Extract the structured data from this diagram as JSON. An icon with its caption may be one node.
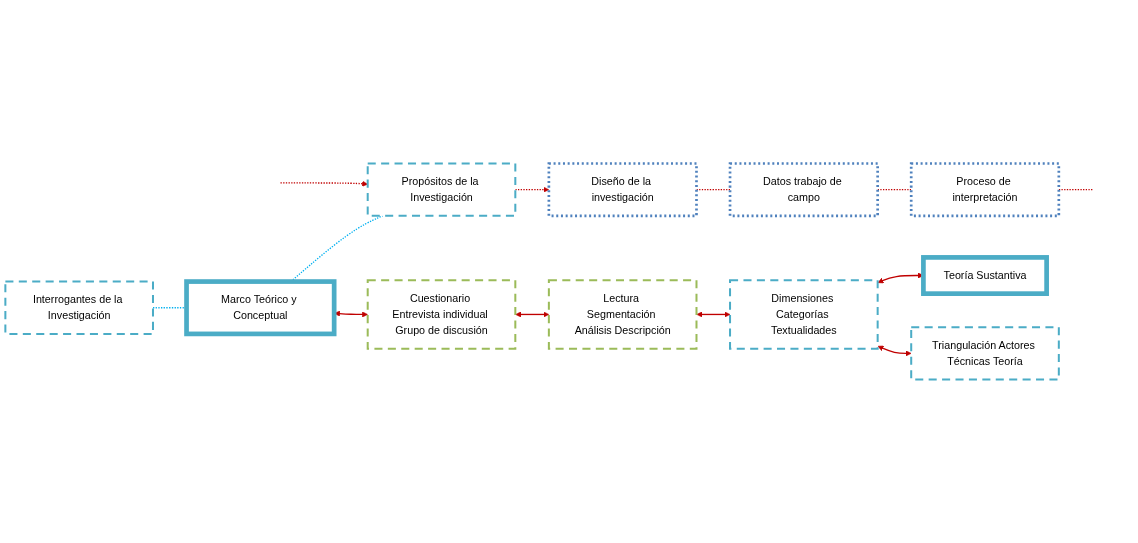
{
  "diagram": {
    "nodes": [
      {
        "text": [
          "Diseño de la investigación"
        ]
      },
      {
        "text": [
          "Datos trabajo de campo"
        ]
      },
      {
        "text": [
          "Proceso de interpretación"
        ]
      },
      {
        "text": [
          "Interrogantes de la Investigación"
        ]
      },
      {
        "text": [
          "Marco Teórico y Conceptual"
        ]
      },
      {
        "text": [
          "Cuestionario Entrevista individual Grupo de discusión"
        ]
      },
      {
        "text": [
          "Lectura Segmentación Análisis Descripción"
        ]
      },
      {
        "text": [
          "Dimensiones Categorías Textualidades"
        ]
      },
      {
        "text": [
          "Teoría Sustantiva"
        ]
      },
      {
        "text": [
          "Propósitos de la Investigación"
        ]
      },
      {
        "text": [
          "Triangulación Actores Técnicas Teoría"
        ]
      }
    ],
    "edges": [
      {
        "from": 9,
        "to": 0,
        "arrow": "to",
        "style": "dashed"
      },
      {
        "from": 0,
        "to": 1,
        "arrow": "none",
        "style": "dashed"
      },
      {
        "from": 1,
        "to": 2,
        "arrow": "none",
        "style": "dashed"
      },
      {
        "from": 2,
        "to": null,
        "arrow": "none",
        "style": "dashed"
      },
      {
        "from": null,
        "to": 9,
        "arrow": "to",
        "style": "dashed"
      },
      {
        "from": 3,
        "to": 4,
        "arrow": "none",
        "style": "dashed",
        "color": "#00b0f0"
      },
      {
        "from": 4,
        "to": 9,
        "arrow": "none",
        "style": "dashed",
        "color": "#00b0f0"
      },
      {
        "from": 4,
        "to": 5,
        "arrow": "both"
      },
      {
        "from": 5,
        "to": 6,
        "arrow": "both"
      },
      {
        "from": 6,
        "to": 7,
        "arrow": "both"
      },
      {
        "from": 7,
        "to": 10,
        "arrow": "both"
      },
      {
        "from": 7,
        "to": 8,
        "arrow": "both"
      }
    ]
  }
}
